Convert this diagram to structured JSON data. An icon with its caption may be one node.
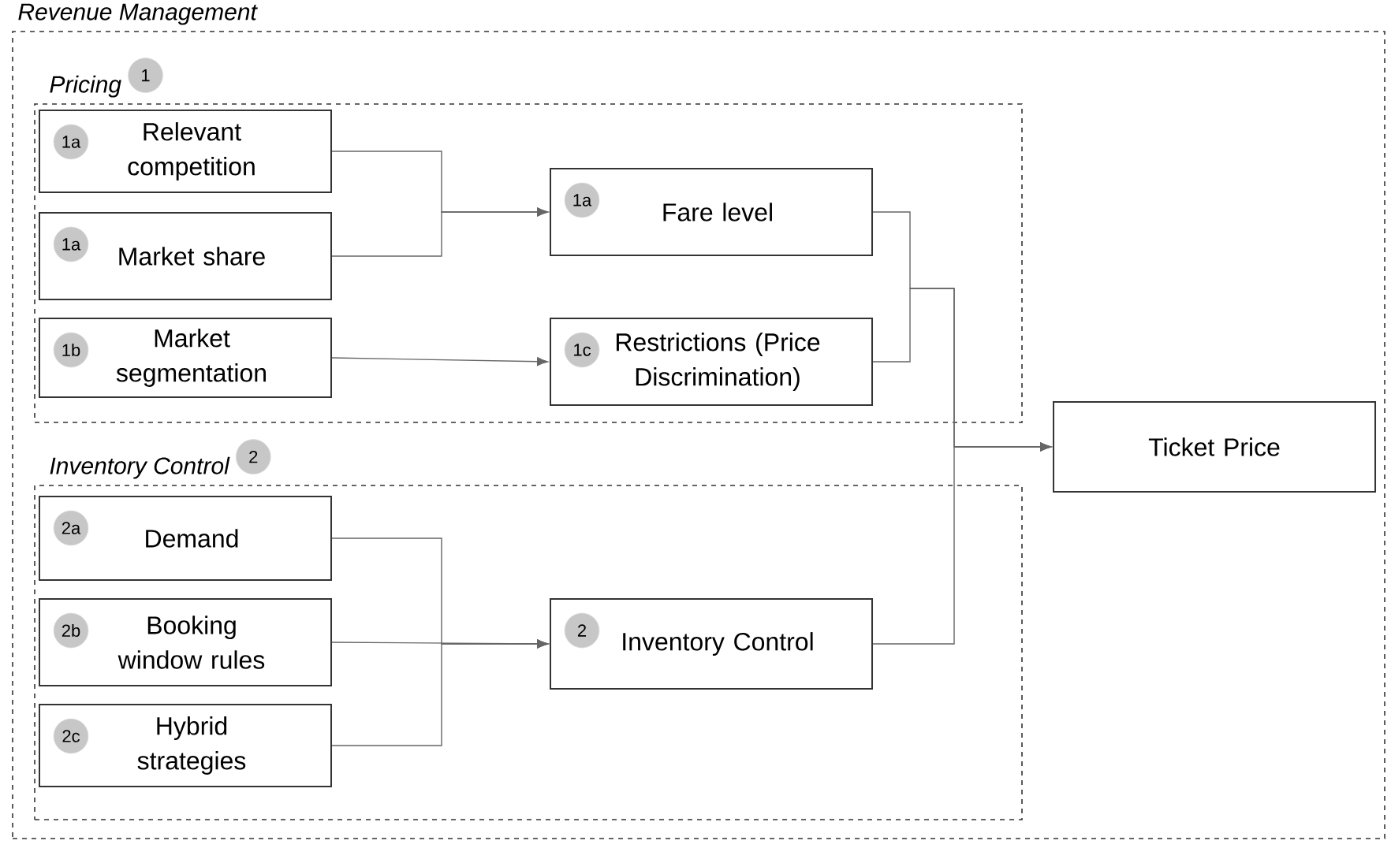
{
  "diagram": {
    "nodes": [
      {
        "text": [
          "Revenue Management"
        ]
      },
      {
        "text": [
          "Pricing",
          "1"
        ],
        "in": 0
      },
      {
        "text": [
          "1a",
          "Relevant competition"
        ],
        "in": 1
      },
      {
        "text": [
          "1a",
          "Market share"
        ],
        "in": 1
      },
      {
        "text": [
          "1b",
          "Market segmentation"
        ],
        "in": 1
      },
      {
        "text": [
          "1a",
          "Fare level"
        ],
        "in": 1
      },
      {
        "text": [
          "1c",
          "Restrictions (Price Discrimination)"
        ],
        "in": 1
      },
      {
        "text": [
          "Inventory Control",
          "2"
        ],
        "in": 0
      },
      {
        "text": [
          "2a",
          "Demand"
        ],
        "in": 7
      },
      {
        "text": [
          "2b",
          "Booking window rules"
        ],
        "in": 7
      },
      {
        "text": [
          "2c",
          "Hybrid strategies"
        ],
        "in": 7
      },
      {
        "text": [
          "2",
          "Inventory Control"
        ],
        "in": 7
      },
      {
        "text": [
          "Ticket Price"
        ],
        "in": 0
      }
    ],
    "edges": [
      {
        "from": 2,
        "to": 5,
        "arrow": "to"
      },
      {
        "from": 3,
        "to": 5,
        "arrow": "to"
      },
      {
        "from": 4,
        "to": 6,
        "arrow": "to"
      },
      {
        "from": 5,
        "to": 12,
        "arrow": "to"
      },
      {
        "from": 6,
        "to": 12,
        "arrow": "to"
      },
      {
        "from": 8,
        "to": 11,
        "arrow": "to"
      },
      {
        "from": 9,
        "to": 11,
        "arrow": "to"
      },
      {
        "from": 10,
        "to": 11,
        "arrow": "to"
      },
      {
        "from": 11,
        "to": 12,
        "arrow": "to"
      }
    ]
  }
}
